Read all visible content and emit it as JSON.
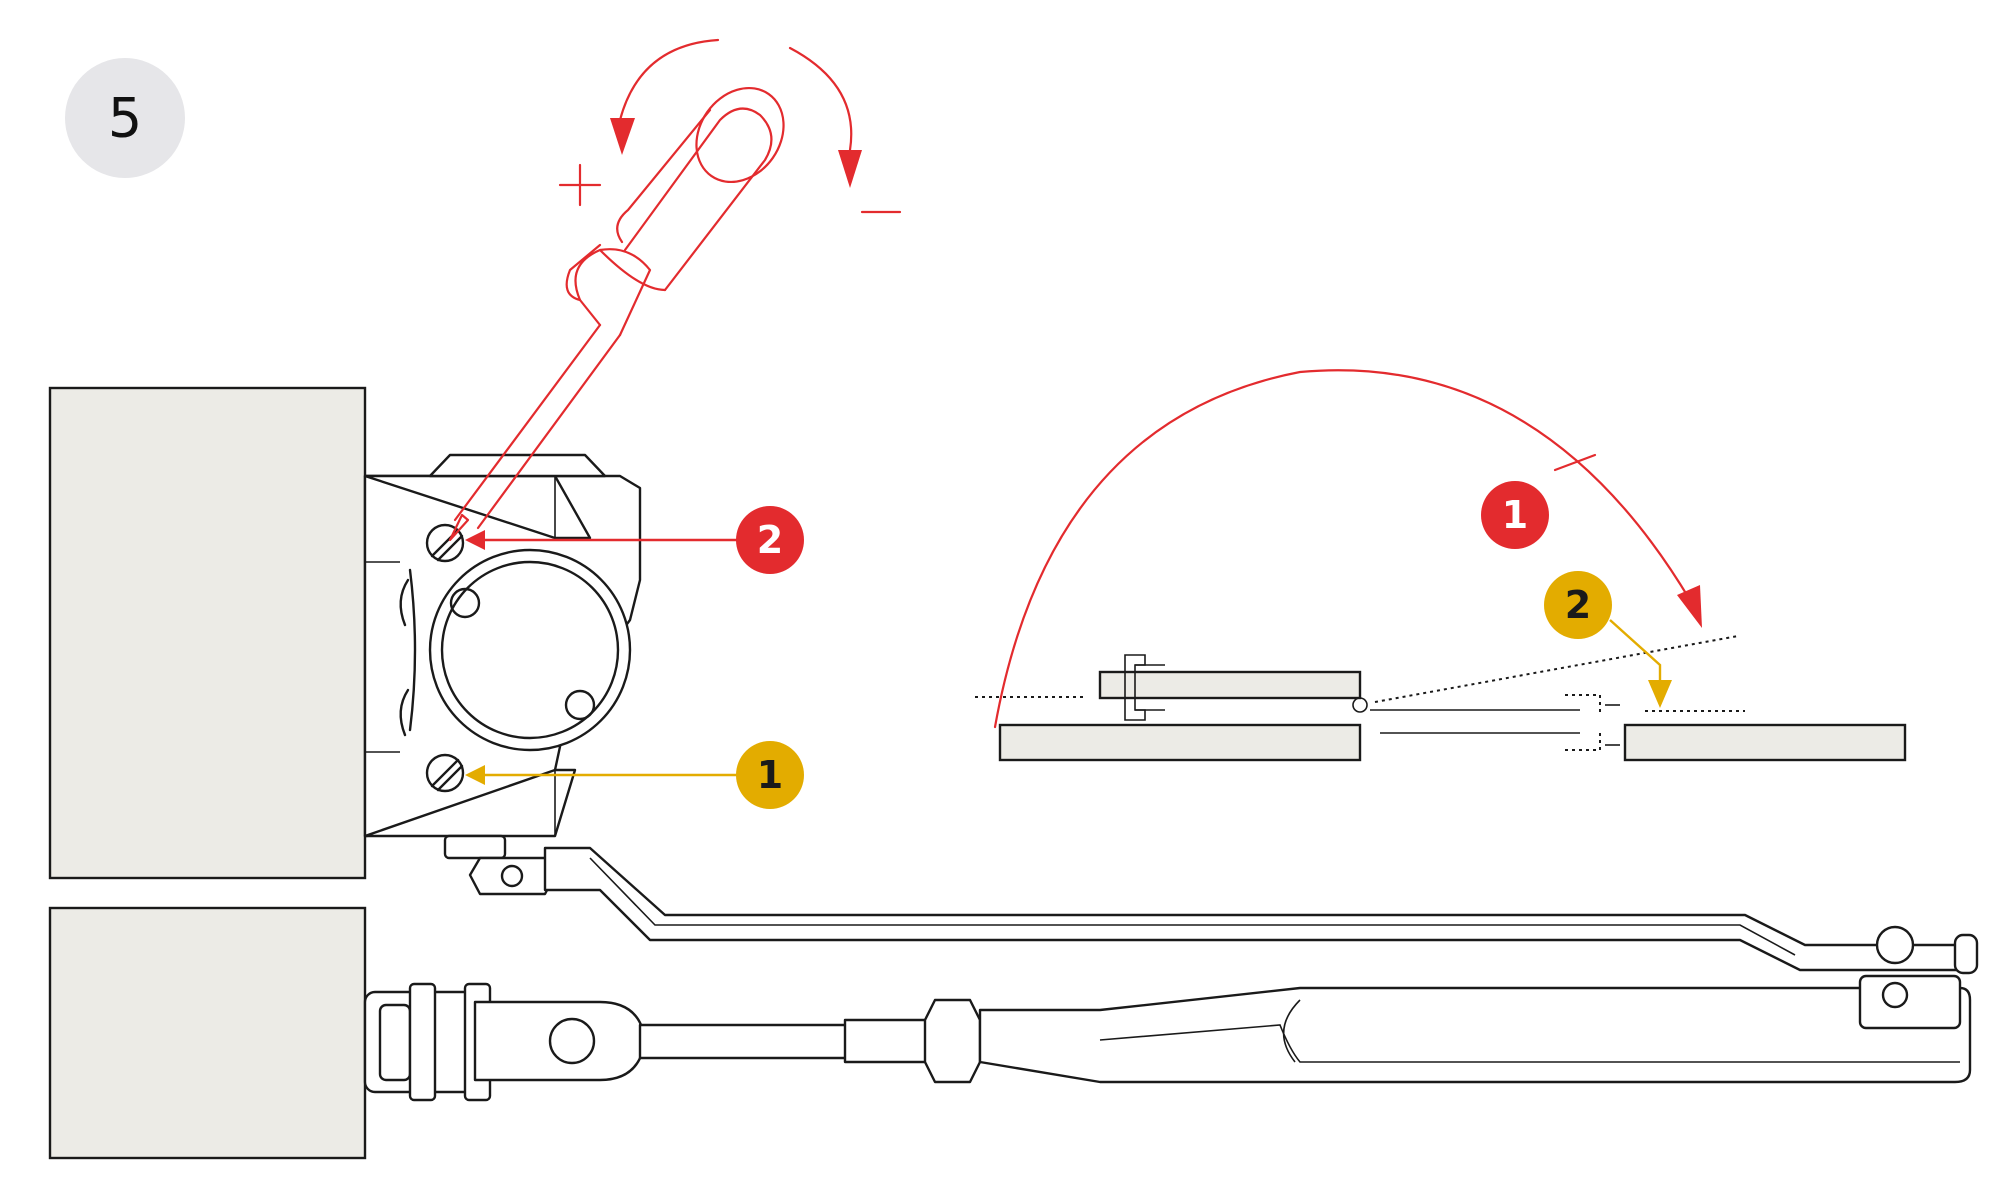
{
  "step": {
    "number": "5"
  },
  "screwdriver": {
    "plus_sign": "+",
    "minus_sign": "−"
  },
  "closer_callouts": [
    {
      "label": "2",
      "color": "#e32b2e"
    },
    {
      "label": "1",
      "color": "#e3ac00"
    }
  ],
  "swing_diagram": {
    "callouts": [
      {
        "label": "1",
        "color": "#e32b2e"
      },
      {
        "label": "2",
        "color": "#e3ac00"
      }
    ]
  },
  "colors": {
    "accent_red": "#e32b2e",
    "accent_gold": "#e3ac00",
    "wall": "#ecebe6",
    "step_badge": "#e6e6e9"
  }
}
